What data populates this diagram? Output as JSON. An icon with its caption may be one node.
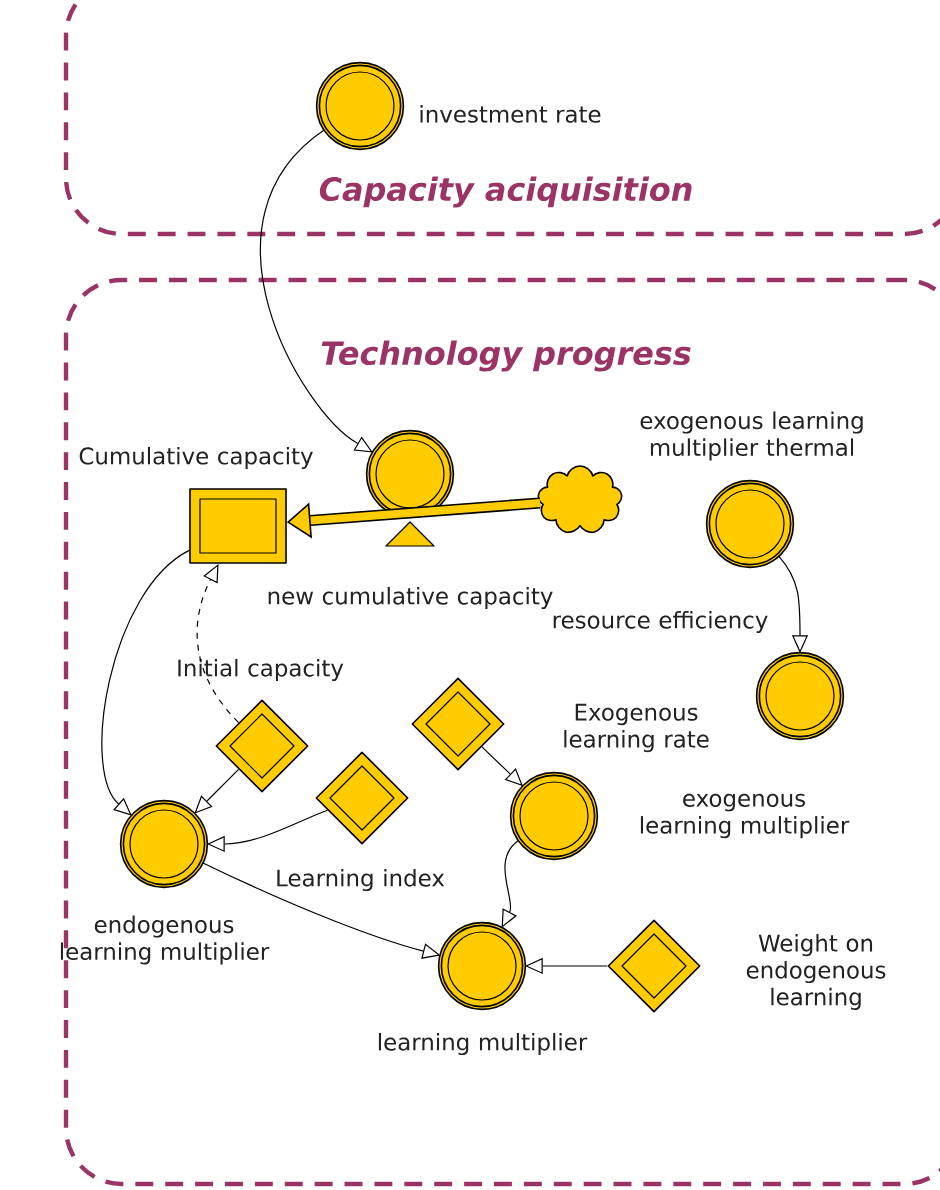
{
  "diagram": {
    "nodes": [
      {
        "text": [
          "Capacity aciquisition"
        ]
      },
      {
        "text": [
          "investment rate"
        ],
        "in": 0
      },
      {
        "text": [
          "Technology progress"
        ]
      },
      {
        "text": [
          "Cumulative capacity"
        ],
        "in": 2
      },
      {
        "text": [
          "new cumulative capacity"
        ],
        "in": 2
      },
      {
        "text": [],
        "shape": "cloud",
        "in": 2
      },
      {
        "text": [
          "exogenous learning multiplier thermal"
        ],
        "in": 2
      },
      {
        "text": [
          "resource efficiency"
        ],
        "in": 2
      },
      {
        "text": [
          "Initial capacity"
        ],
        "in": 2
      },
      {
        "text": [
          "Exogenous learning rate"
        ],
        "in": 2
      },
      {
        "text": [
          "endogenous learning multiplier"
        ],
        "in": 2
      },
      {
        "text": [
          "Learning index"
        ],
        "in": 2
      },
      {
        "text": [
          "exogenous learning multiplier"
        ],
        "in": 2
      },
      {
        "text": [
          "learning multiplier"
        ],
        "in": 2
      },
      {
        "text": [
          "Weight on endogenous learning"
        ],
        "in": 2
      }
    ],
    "edges": [
      {
        "from": 1,
        "to": 4,
        "arrow": "to"
      },
      {
        "from": 5,
        "to": 3,
        "arrow": "to",
        "style": "thick"
      },
      {
        "from": 8,
        "to": 3,
        "arrow": "to",
        "style": "dashed"
      },
      {
        "from": 3,
        "to": 10,
        "arrow": "to"
      },
      {
        "from": 8,
        "to": 10,
        "arrow": "to"
      },
      {
        "from": 11,
        "to": 10,
        "arrow": "to"
      },
      {
        "from": 9,
        "to": 12,
        "arrow": "to"
      },
      {
        "from": 6,
        "to": 7,
        "arrow": "to"
      },
      {
        "from": 10,
        "to": 13,
        "arrow": "to"
      },
      {
        "from": 12,
        "to": 13,
        "arrow": "to"
      },
      {
        "from": 14,
        "to": 13,
        "arrow": "to"
      }
    ]
  }
}
